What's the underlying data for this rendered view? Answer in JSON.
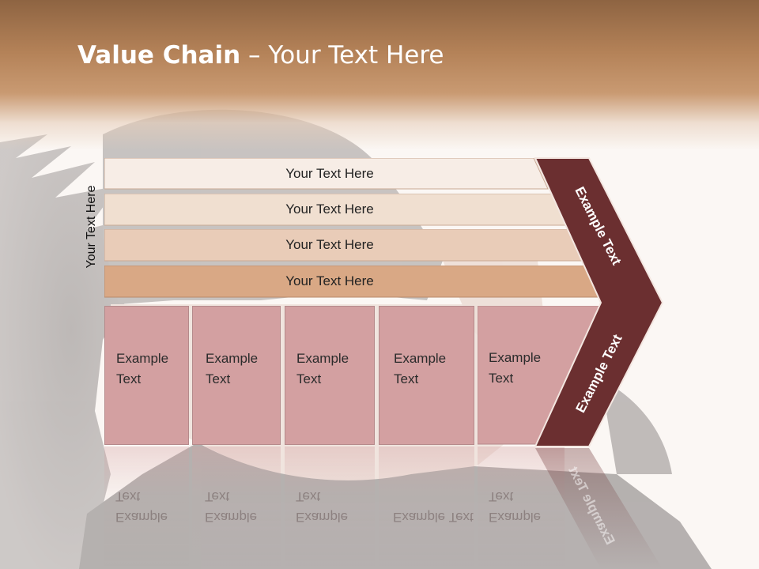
{
  "slide": {
    "title_bold": "Value Chain",
    "title_rest": " – Your Text Here",
    "side_label": "Your Text Here"
  },
  "bars": [
    {
      "label": "Your Text Here",
      "color": "#f7ede6"
    },
    {
      "label": "Your Text Here",
      "color": "#f0dfd0"
    },
    {
      "label": "Your Text Here",
      "color": "#e9ccb8"
    },
    {
      "label": "Your Text Here",
      "color": "#d9a885"
    }
  ],
  "columns": [
    {
      "line1": "Example",
      "line2": "Text"
    },
    {
      "line1": "Example",
      "line2": "Text"
    },
    {
      "line1": "Example",
      "line2": "Text"
    },
    {
      "line1": "Example",
      "line2": "Text"
    },
    {
      "line1": "Example",
      "line2": "Text"
    }
  ],
  "chevron": {
    "upper_text": "Example Text",
    "lower_text": "Example Text",
    "color": "#6b2f30"
  },
  "colors": {
    "column_fill": "#d3a0a1",
    "header_brown": "#b48258"
  }
}
